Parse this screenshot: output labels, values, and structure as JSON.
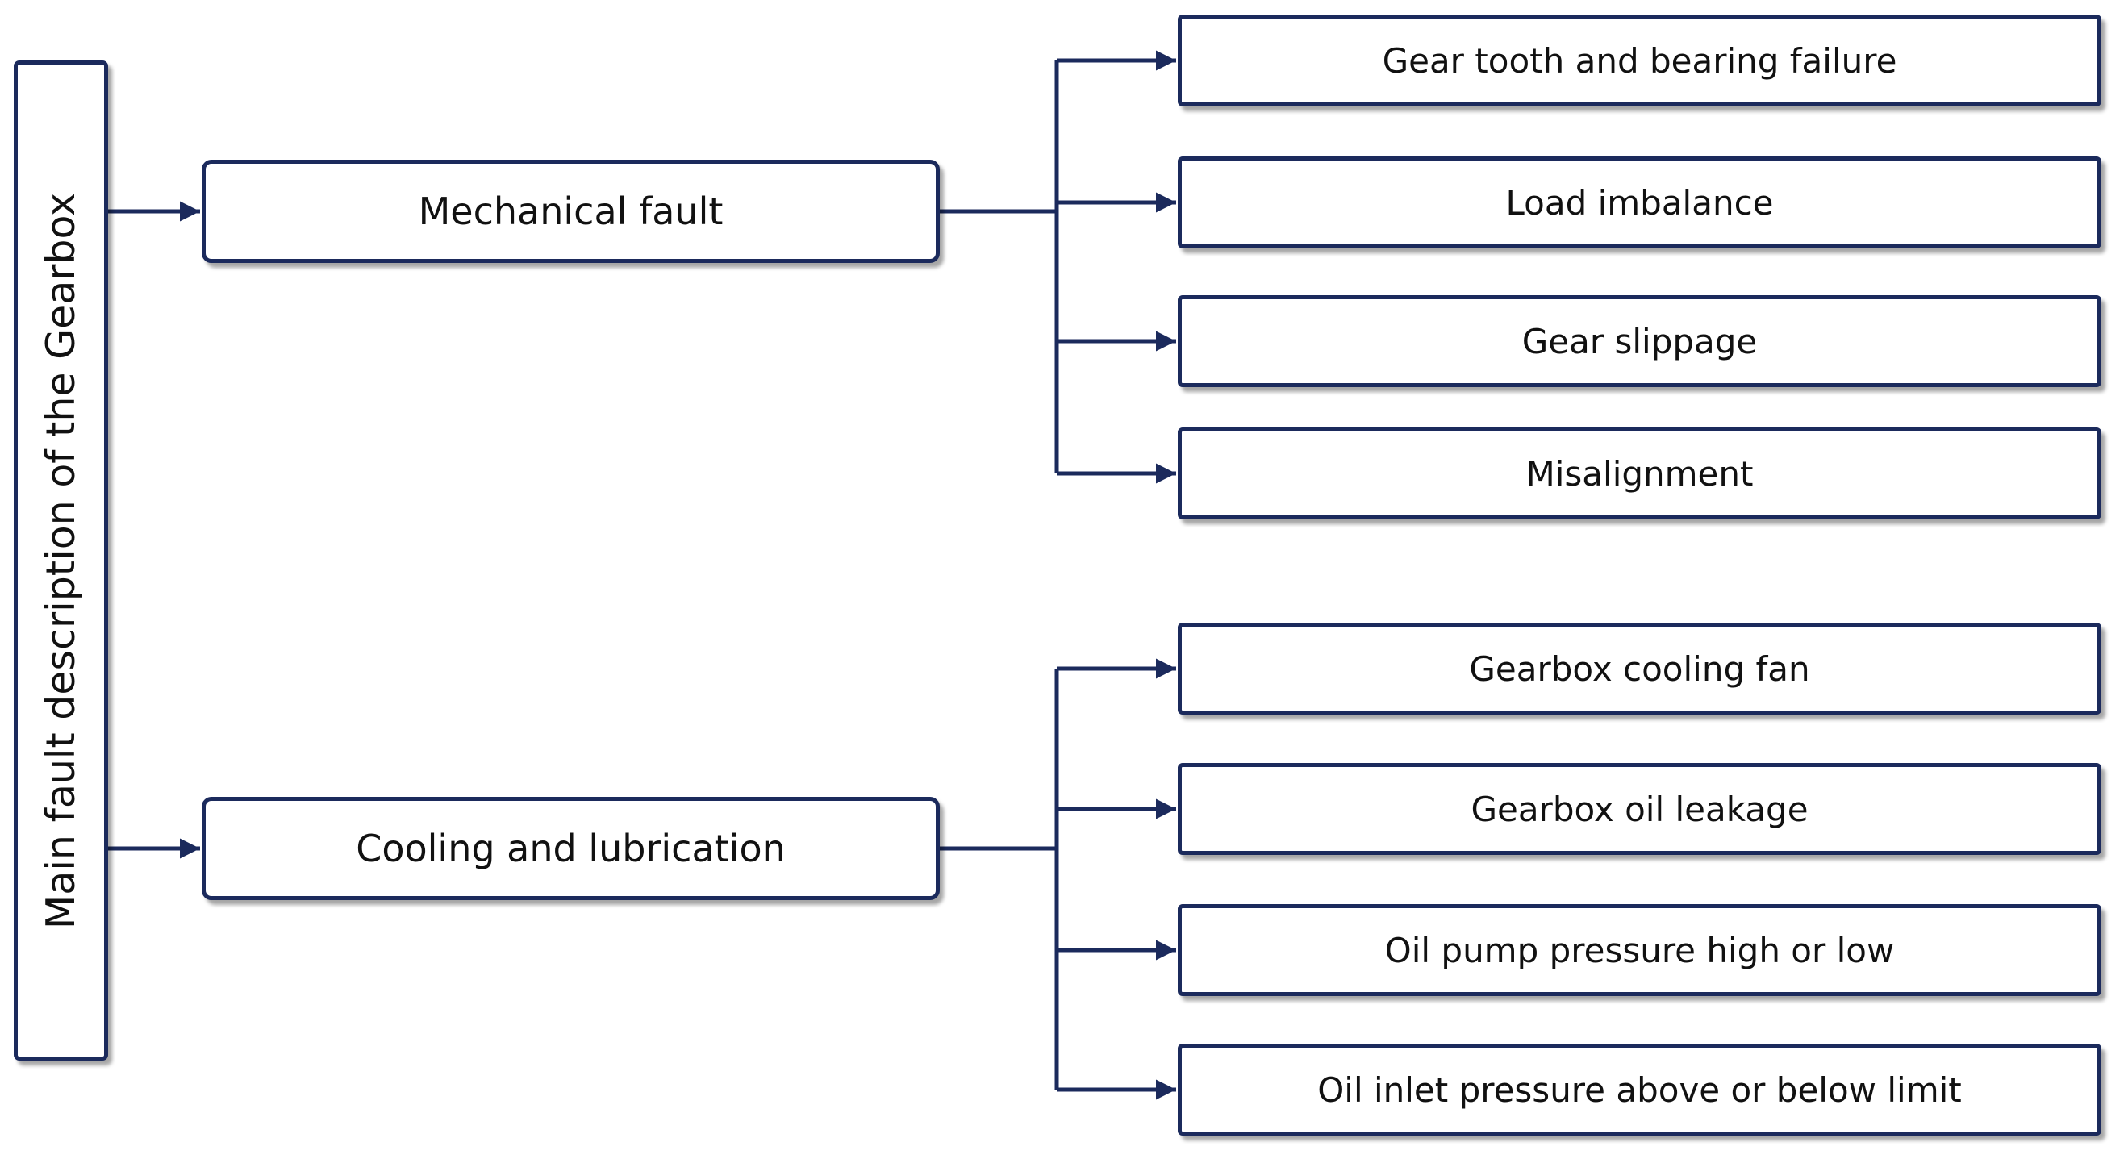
{
  "diagram": {
    "root": {
      "label": "Main fault description of the Gearbox"
    },
    "categories": [
      {
        "label": "Mechanical fault",
        "children": [
          "Gear tooth and bearing failure",
          "Load imbalance",
          "Gear slippage",
          "Misalignment"
        ]
      },
      {
        "label": "Cooling and lubrication",
        "children": [
          "Gearbox cooling fan",
          "Gearbox oil leakage",
          "Oil pump pressure high or low",
          "Oil inlet pressure above or below limit"
        ]
      }
    ],
    "colors": {
      "border": "#1b2a5c",
      "connector": "#1b2a5c",
      "text": "#111111",
      "background": "#ffffff"
    }
  }
}
